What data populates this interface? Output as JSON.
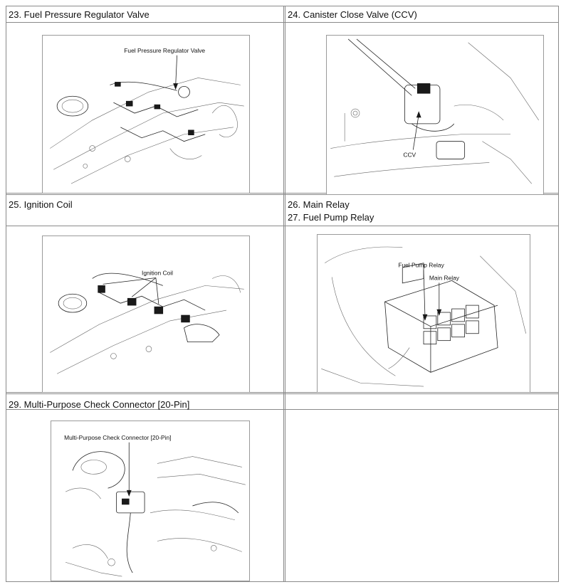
{
  "cells": [
    {
      "headers": [
        "23. Fuel Pressure Regulator Valve"
      ],
      "callouts": [
        "Fuel Pressure Regulator Valve"
      ]
    },
    {
      "headers": [
        "24. Canister Close Valve (CCV)"
      ],
      "callouts": [
        "CCV"
      ]
    },
    {
      "headers": [
        "25. Ignition Coil"
      ],
      "callouts": [
        "Ignition Coil"
      ]
    },
    {
      "headers": [
        "26. Main Relay",
        "27. Fuel Pump Relay"
      ],
      "callouts": [
        "Fuel Pump Relay",
        "Main Relay"
      ]
    },
    {
      "headers": [
        "29. Multi-Purpose Check Connector [20-Pin]"
      ],
      "callouts": [
        "Multi-Purpose Check Connector [20-Pin]"
      ]
    },
    {
      "headers": [],
      "callouts": []
    }
  ]
}
